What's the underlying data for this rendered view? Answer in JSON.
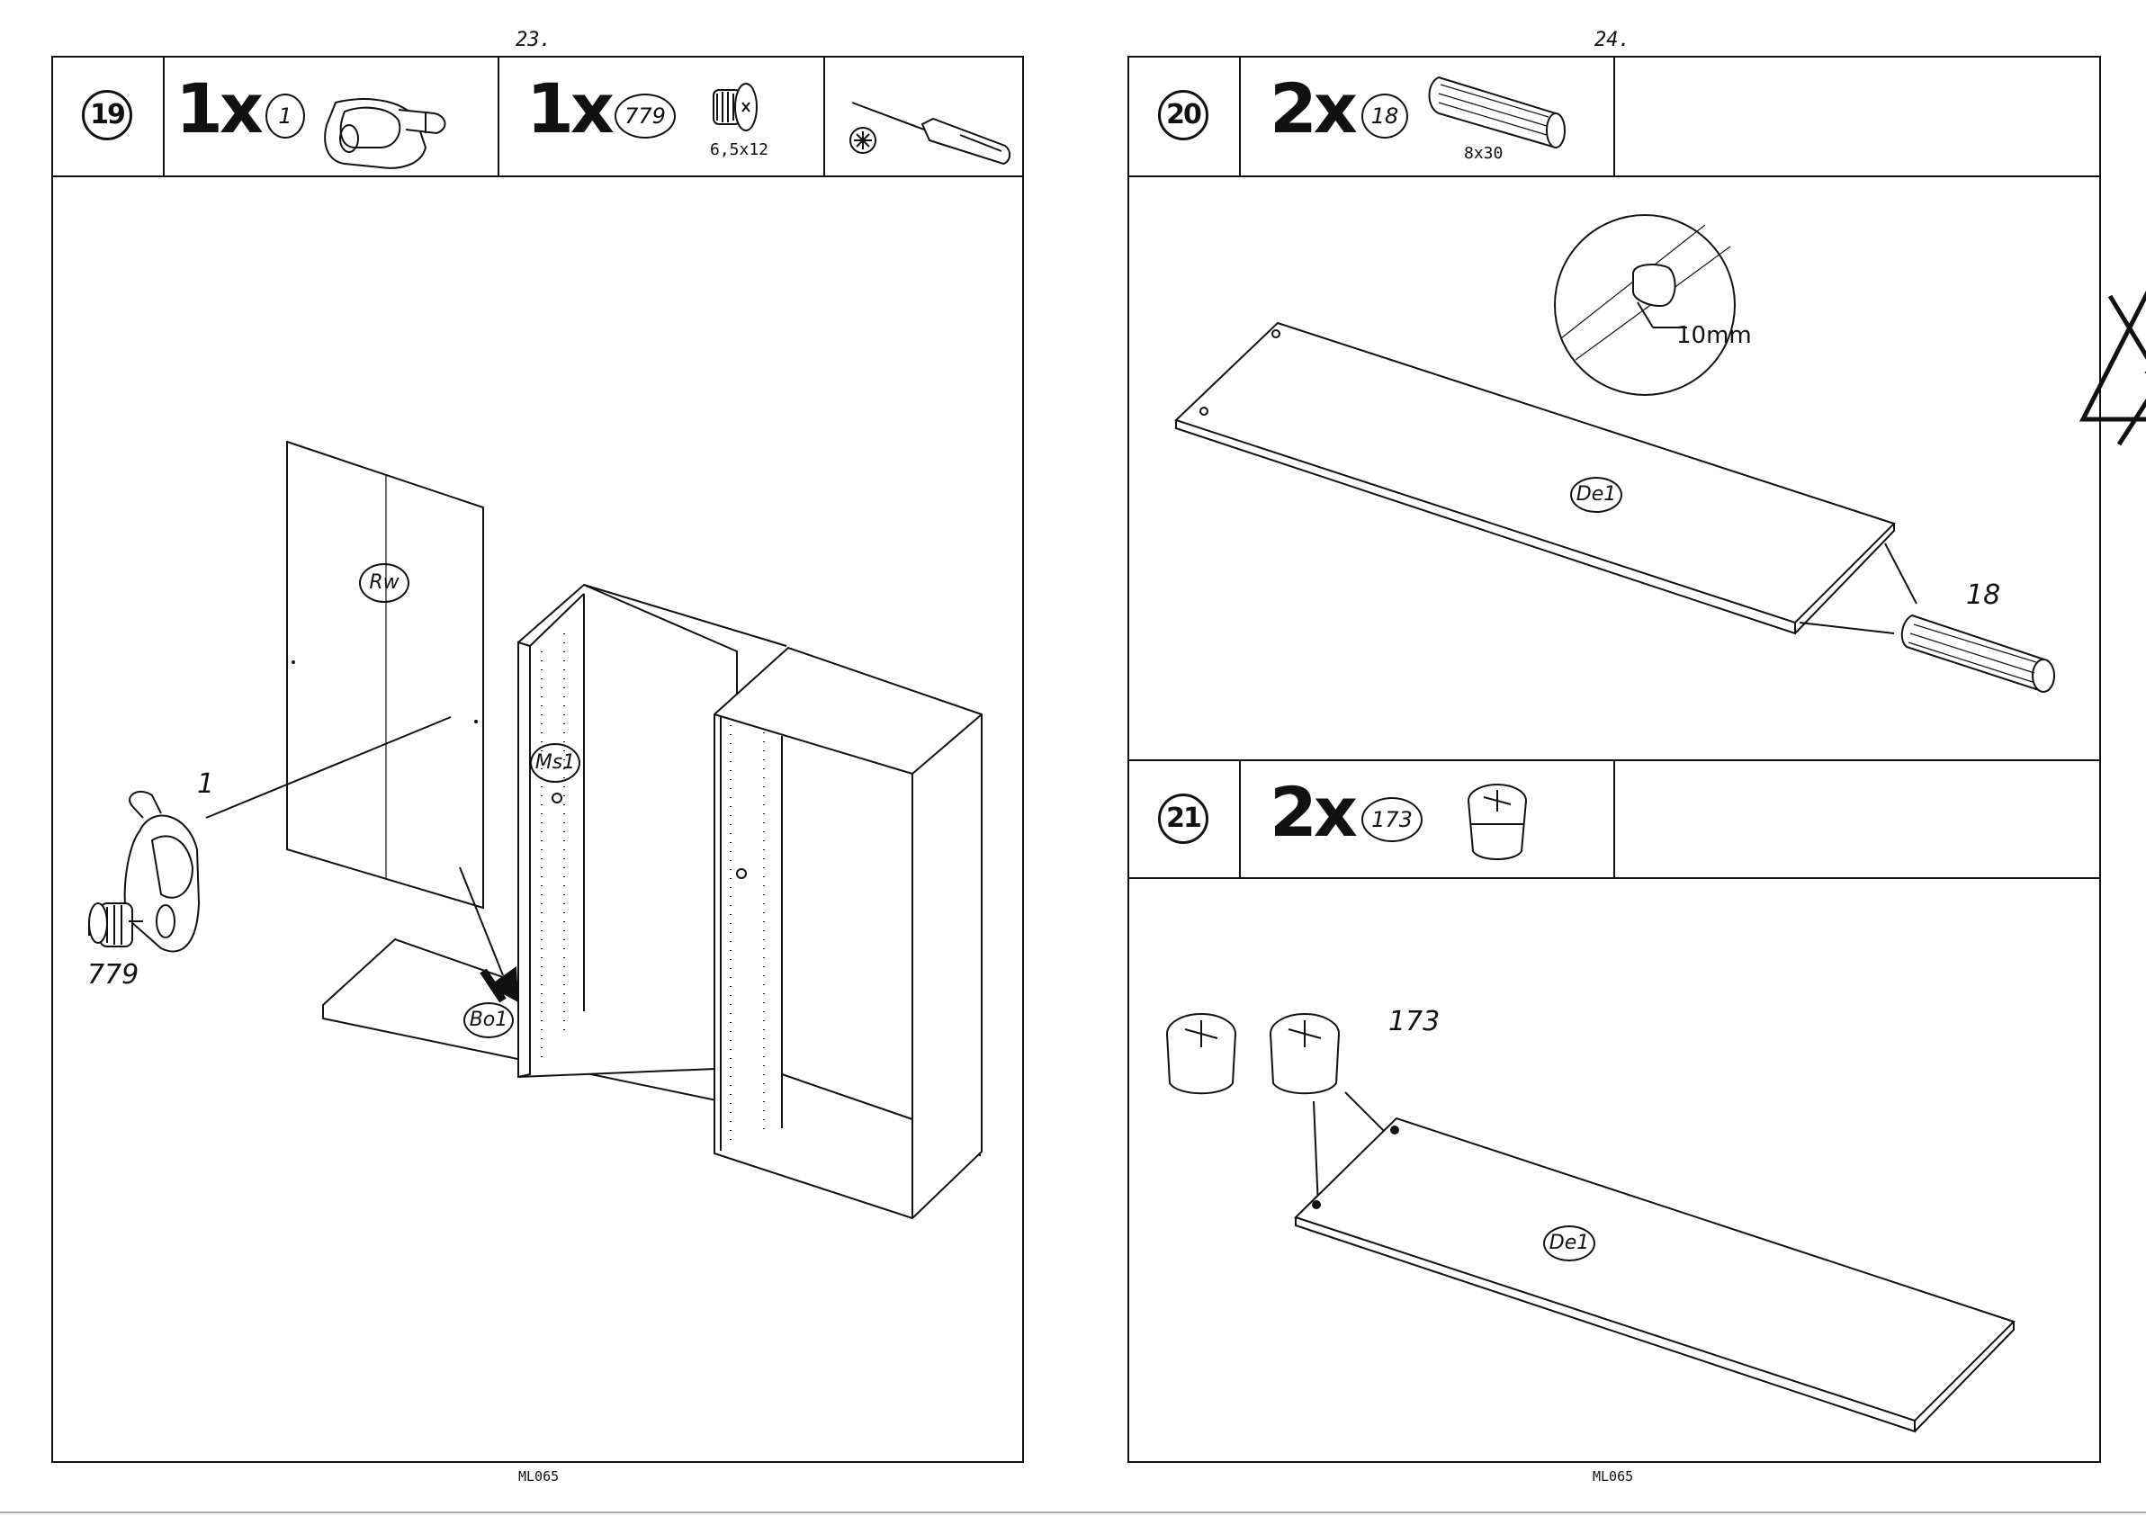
{
  "left_page": {
    "page_number": "23.",
    "footer": "ML065",
    "step19": {
      "number": "19",
      "part_a": {
        "qty": "1x",
        "ref": "1",
        "icon": "cam-lock-icon"
      },
      "part_b": {
        "qty": "1x",
        "ref": "779",
        "size": "6,5x12",
        "icon": "screw-icon"
      },
      "tool": {
        "icon": "phillips-screwdriver-icon"
      },
      "labels": {
        "rear_wall": "Rw",
        "mid_side": "Ms1",
        "bottom": "Bo1",
        "cam": "1",
        "screw": "779"
      }
    }
  },
  "right_page": {
    "page_number": "24.",
    "footer": "ML065",
    "step20": {
      "number": "20",
      "part": {
        "qty": "2x",
        "ref": "18",
        "size": "8x30",
        "icon": "dowel-icon"
      },
      "labels": {
        "panel": "De1",
        "dowel": "18",
        "depth": "10mm"
      },
      "warning_icon": "no-hammer-icon"
    },
    "step21": {
      "number": "21",
      "part": {
        "qty": "2x",
        "ref": "173",
        "icon": "cam-fitting-icon"
      },
      "labels": {
        "panel": "De1",
        "fitting": "173"
      }
    }
  }
}
